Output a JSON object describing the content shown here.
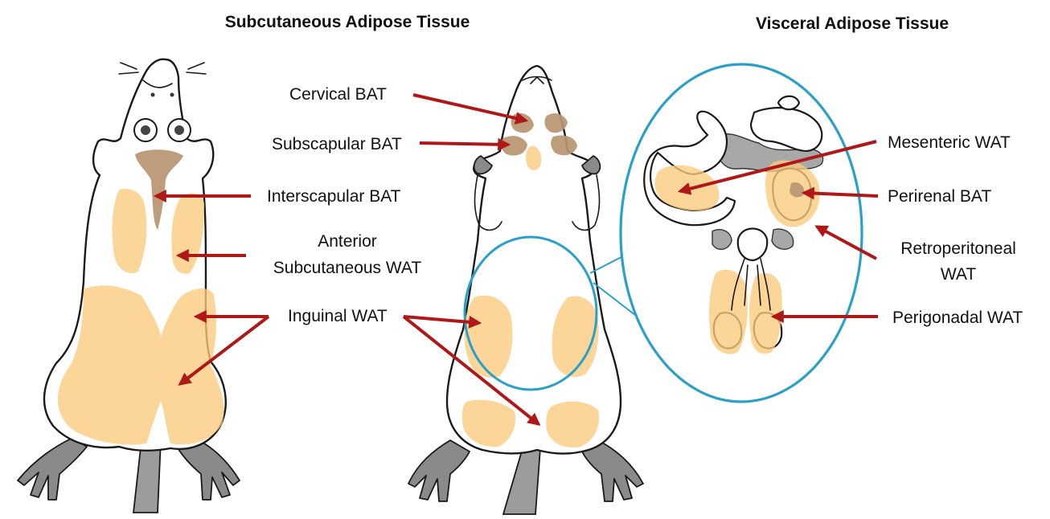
{
  "titles": {
    "subcutaneous": "Subcutaneous Adipose Tissue",
    "visceral": "Visceral Adipose Tissue"
  },
  "labels": {
    "cervical_bat": "Cervical BAT",
    "subscapular_bat": "Subscapular BAT",
    "interscapular_bat": "Interscapular BAT",
    "anterior_line1": "Anterior",
    "anterior_line2": "Subcutaneous WAT",
    "inguinal_wat": "Inguinal WAT",
    "mesenteric_wat": "Mesenteric WAT",
    "perirenal_bat": "Perirenal BAT",
    "retroperitoneal_line1": "Retroperitoneal",
    "retroperitoneal_line2": "WAT",
    "perigonadal_wat": "Perigonadal WAT"
  },
  "colors": {
    "white_adipose": "#fbc97c",
    "brown_adipose": "#b99572",
    "arrow": "#b01818",
    "zoom_circle": "#2aa0c8"
  }
}
